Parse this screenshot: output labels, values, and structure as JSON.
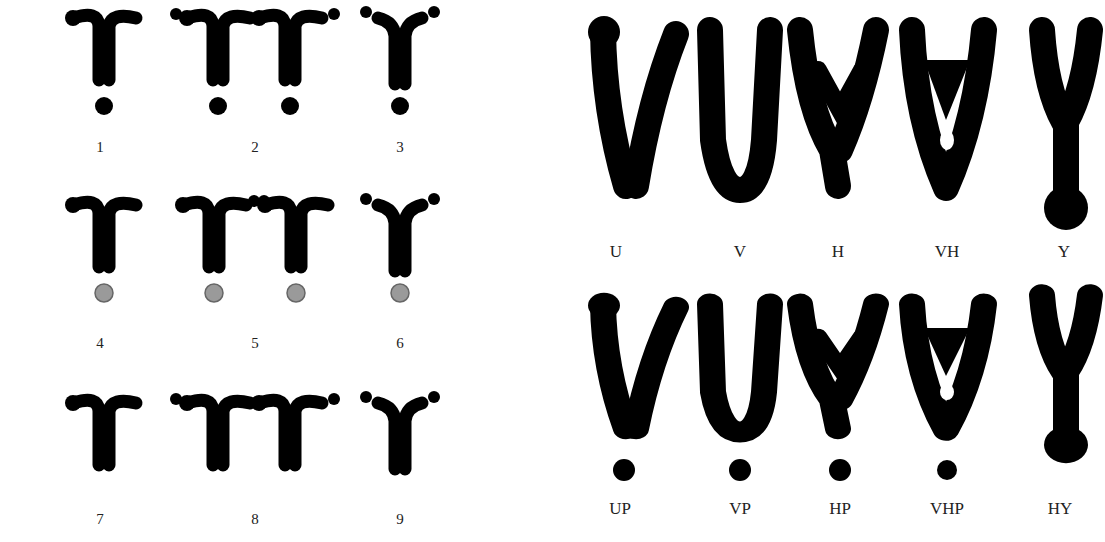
{
  "diagram": {
    "labels": [
      "1",
      "2",
      "3",
      "4",
      "5",
      "6",
      "7",
      "8",
      "9",
      "U",
      "V",
      "H",
      "VH",
      "Y",
      "UP",
      "VP",
      "HP",
      "VHP",
      "HY"
    ]
  }
}
